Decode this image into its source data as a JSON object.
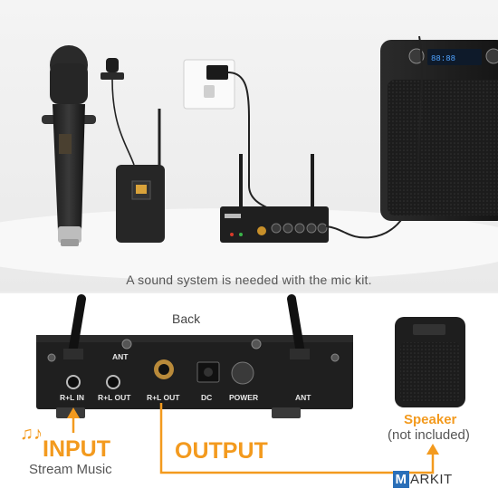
{
  "caption": "A sound system is needed with the mic kit.",
  "back_panel": {
    "title": "Back",
    "ports": {
      "ant_left": "ANT",
      "rl_in": "R+L IN",
      "rl_out_1": "R+L OUT",
      "rl_out_2": "R+L OUT",
      "dc": "DC",
      "power": "POWER",
      "ant_right": "ANT"
    }
  },
  "input_label": "INPUT",
  "input_sub": "Stream Music",
  "output_label": "OUTPUT",
  "speaker_label": "Speaker",
  "speaker_sub": "(not included)",
  "watermark": {
    "first": "M",
    "rest": "ARKIT"
  },
  "music_notes": "♫♪",
  "colors": {
    "accent": "#f39a1e",
    "watermark_blue": "#2a6fb8",
    "panel": "#1f1f1f"
  }
}
